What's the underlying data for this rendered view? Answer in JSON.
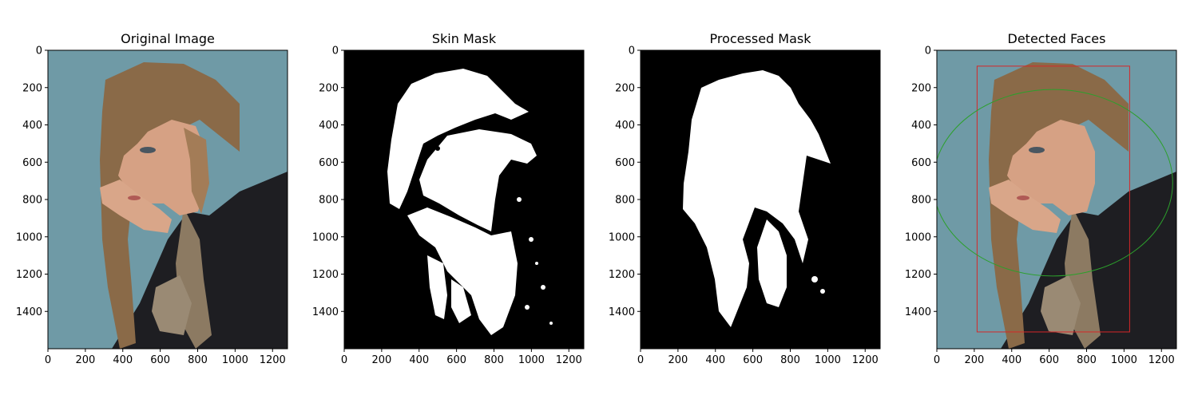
{
  "chart_data": [
    {
      "type": "image",
      "title": "Original Image",
      "xlim": [
        0,
        1280
      ],
      "ylim": [
        1600,
        0
      ],
      "xticks": [
        0,
        200,
        400,
        600,
        800,
        1000,
        1200
      ],
      "yticks": [
        0,
        200,
        400,
        600,
        800,
        1000,
        1200,
        1400
      ],
      "content": "photo",
      "colors": {
        "background": "#6f9aa6",
        "hair": "#8a6a48",
        "skin": "#d9a689",
        "top": "#1c1c1f"
      }
    },
    {
      "type": "image",
      "title": "Skin Mask",
      "xlim": [
        0,
        1280
      ],
      "ylim": [
        1600,
        0
      ],
      "xticks": [
        0,
        200,
        400,
        600,
        800,
        1000,
        1200
      ],
      "yticks": [
        0,
        200,
        400,
        600,
        800,
        1000,
        1200,
        1400
      ],
      "content": "binary-mask",
      "colors": {
        "background": "#000000",
        "mask": "#ffffff"
      }
    },
    {
      "type": "image",
      "title": "Processed Mask",
      "xlim": [
        0,
        1280
      ],
      "ylim": [
        1600,
        0
      ],
      "xticks": [
        0,
        200,
        400,
        600,
        800,
        1000,
        1200
      ],
      "yticks": [
        0,
        200,
        400,
        600,
        800,
        1000,
        1200,
        1400
      ],
      "content": "binary-mask",
      "colors": {
        "background": "#000000",
        "mask": "#ffffff"
      }
    },
    {
      "type": "image",
      "title": "Detected Faces",
      "xlim": [
        0,
        1280
      ],
      "ylim": [
        1600,
        0
      ],
      "xticks": [
        0,
        200,
        400,
        600,
        800,
        1000,
        1200
      ],
      "yticks": [
        0,
        200,
        400,
        600,
        800,
        1000,
        1200,
        1400
      ],
      "content": "photo",
      "overlays": [
        {
          "type": "rectangle",
          "x0": 215,
          "y0": 85,
          "x1": 1030,
          "y1": 1510,
          "color": "#d62728"
        },
        {
          "type": "ellipse",
          "cx": 620,
          "cy": 710,
          "rx": 640,
          "ry": 500,
          "color": "#2ca02c"
        }
      ]
    }
  ]
}
